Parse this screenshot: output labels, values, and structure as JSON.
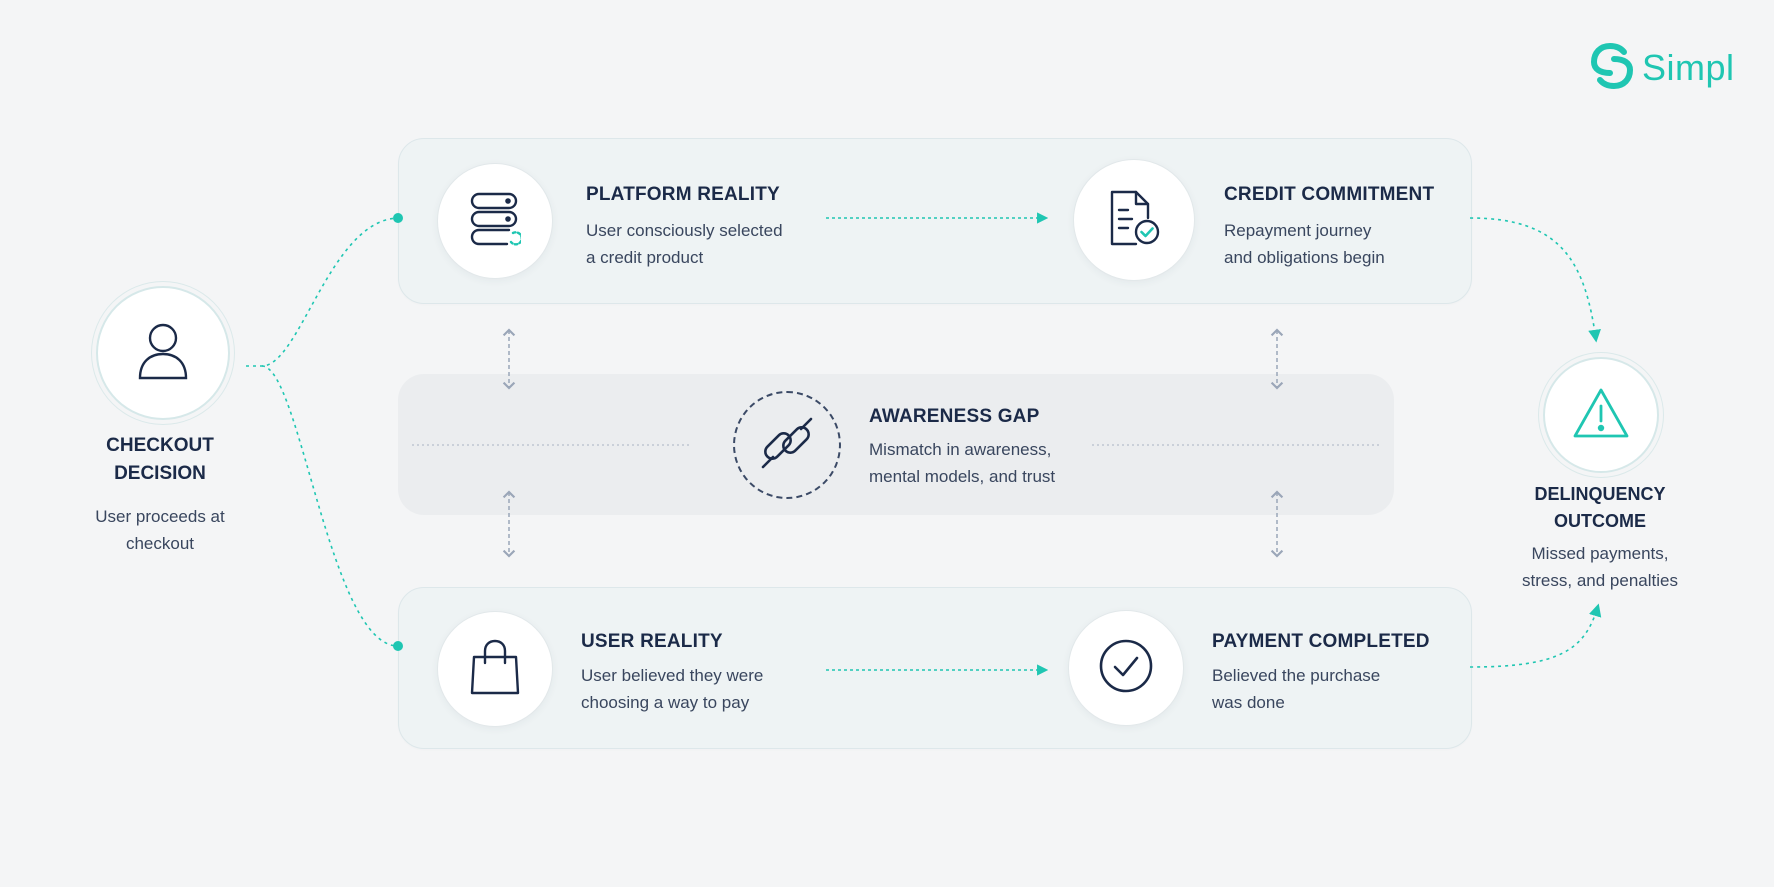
{
  "brand": {
    "name": "Simpl",
    "color": "#1fc6b2"
  },
  "colors": {
    "accent": "#1fc6b2",
    "navy": "#1b2a48",
    "connector": "#9aa6b8"
  },
  "checkout": {
    "title": "CHECKOUT\nDECISION",
    "desc": "User proceeds at\ncheckout",
    "icon": "user-icon"
  },
  "platform_reality": {
    "title": "PLATFORM REALITY",
    "desc": "User consciously selected\na credit product",
    "icon": "server-icon"
  },
  "credit_commitment": {
    "title": "CREDIT COMMITMENT",
    "desc": "Repayment journey\nand obligations begin",
    "icon": "document-check-icon"
  },
  "awareness_gap": {
    "title": "AWARENESS GAP",
    "desc": "Mismatch in awareness,\nmental models, and trust",
    "icon": "broken-link-icon"
  },
  "user_reality": {
    "title": "USER REALITY",
    "desc": "User believed they were\nchoosing a way to pay",
    "icon": "shopping-bag-icon"
  },
  "payment_completed": {
    "title": "PAYMENT COMPLETED",
    "desc": "Believed the purchase\nwas done",
    "icon": "check-circle-icon"
  },
  "delinquency": {
    "title": "DELINQUENCY\nOUTCOME",
    "desc": "Missed payments,\nstress, and penalties",
    "icon": "warning-icon"
  }
}
